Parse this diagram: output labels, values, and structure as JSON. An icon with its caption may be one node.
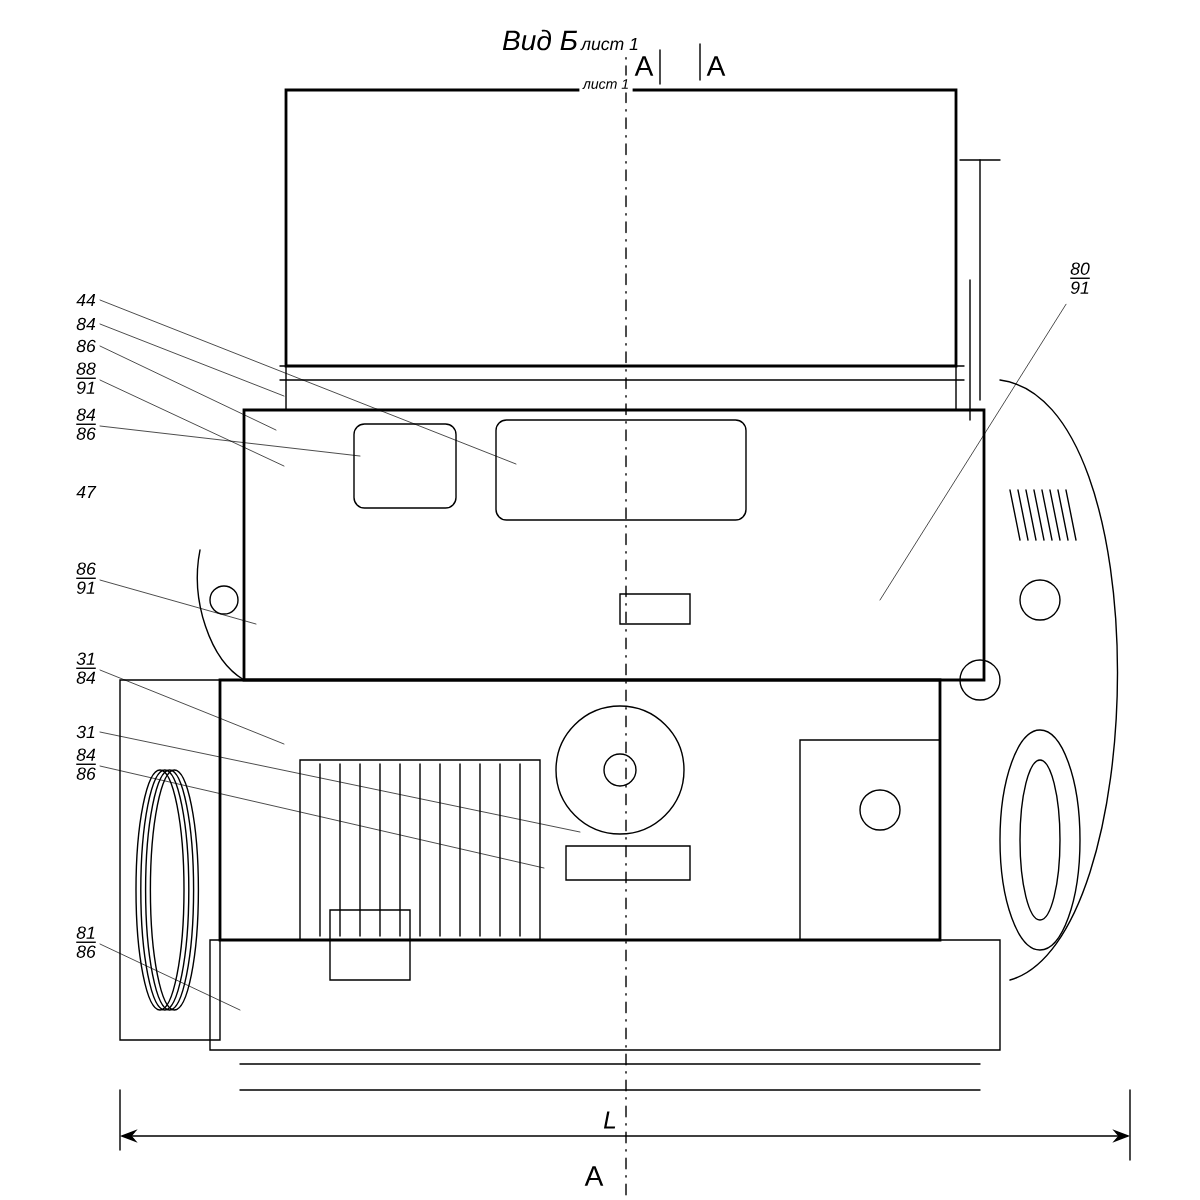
{
  "diagram": {
    "nodes": [
      {
        "text": [
          "44"
        ]
      },
      {
        "text": [
          "84"
        ]
      },
      {
        "text": [
          "86"
        ]
      },
      {
        "text": [
          "88",
          "91"
        ]
      },
      {
        "text": [
          "84",
          "86"
        ]
      },
      {
        "text": [
          "47"
        ]
      },
      {
        "text": [
          "86",
          "91"
        ]
      },
      {
        "text": [
          "31",
          "84"
        ]
      },
      {
        "text": [
          "31"
        ]
      },
      {
        "text": [
          "84",
          "86"
        ]
      },
      {
        "text": [
          "81",
          "86"
        ]
      },
      {
        "text": [
          "80",
          "91"
        ]
      }
    ],
    "edges": [
      {
        "from": 0,
        "to": null,
        "arrow": "none"
      },
      {
        "from": 1,
        "to": null,
        "arrow": "none"
      },
      {
        "from": 2,
        "to": null,
        "arrow": "none"
      },
      {
        "from": 3,
        "to": null,
        "arrow": "none"
      },
      {
        "from": 4,
        "to": null,
        "arrow": "none"
      },
      {
        "from": 6,
        "to": null,
        "arrow": "none"
      },
      {
        "from": 7,
        "to": null,
        "arrow": "none"
      },
      {
        "from": 8,
        "to": null,
        "arrow": "none"
      },
      {
        "from": 9,
        "to": null,
        "arrow": "none"
      },
      {
        "from": 10,
        "to": null,
        "arrow": "none"
      },
      {
        "from": 11,
        "to": null,
        "arrow": "none"
      }
    ],
    "labels": [
      "Вид Б",
      "лист 1",
      "А",
      "лист 1",
      "А",
      "L",
      "А"
    ]
  }
}
